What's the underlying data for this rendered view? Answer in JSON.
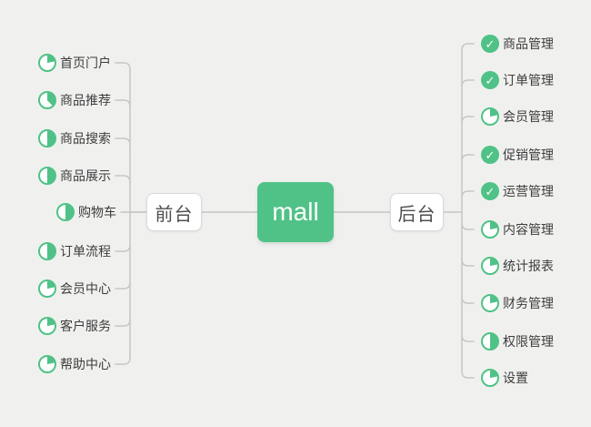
{
  "canvas": {
    "background": "#f0f1ef"
  },
  "colors": {
    "green": "#50c287",
    "line": "#c6c6c6",
    "node_border": "#dadada",
    "item_text": "#3d3d3d"
  },
  "root": {
    "label": "mall"
  },
  "left_branch": {
    "label": "前台",
    "items": [
      {
        "key": "home-portal",
        "label": "首页门户",
        "icon": "progress-pie-icon",
        "progress": 22
      },
      {
        "key": "product-recommend",
        "label": "商品推荐",
        "icon": "progress-pie-icon",
        "progress": 38
      },
      {
        "key": "product-search",
        "label": "商品搜索",
        "icon": "progress-pie-icon",
        "progress": 50
      },
      {
        "key": "product-display",
        "label": "商品展示",
        "icon": "progress-pie-icon",
        "progress": 50
      },
      {
        "key": "shopping-cart",
        "label": "购物车",
        "icon": "progress-pie-icon",
        "progress": 50
      },
      {
        "key": "order-flow",
        "label": "订单流程",
        "icon": "progress-pie-icon",
        "progress": 50
      },
      {
        "key": "member-center",
        "label": "会员中心",
        "icon": "progress-pie-icon",
        "progress": 22
      },
      {
        "key": "customer-service",
        "label": "客户服务",
        "icon": "progress-pie-icon",
        "progress": 22
      },
      {
        "key": "help-center",
        "label": "帮助中心",
        "icon": "progress-pie-icon",
        "progress": 22
      }
    ]
  },
  "right_branch": {
    "label": "后台",
    "items": [
      {
        "key": "product-mgmt",
        "label": "商品管理",
        "icon": "check-icon"
      },
      {
        "key": "order-mgmt",
        "label": "订单管理",
        "icon": "check-icon"
      },
      {
        "key": "member-mgmt",
        "label": "会员管理",
        "icon": "progress-pie-icon",
        "progress": 22
      },
      {
        "key": "promotion-mgmt",
        "label": "促销管理",
        "icon": "check-icon"
      },
      {
        "key": "operation-mgmt",
        "label": "运营管理",
        "icon": "check-icon"
      },
      {
        "key": "content-mgmt",
        "label": "内容管理",
        "icon": "progress-pie-icon",
        "progress": 22
      },
      {
        "key": "stats-report",
        "label": "统计报表",
        "icon": "progress-pie-icon",
        "progress": 22
      },
      {
        "key": "finance-mgmt",
        "label": "财务管理",
        "icon": "progress-pie-icon",
        "progress": 22
      },
      {
        "key": "permission-mgmt",
        "label": "权限管理",
        "icon": "progress-pie-icon",
        "progress": 50
      },
      {
        "key": "settings",
        "label": "设置",
        "icon": "progress-pie-icon",
        "progress": 22
      }
    ]
  },
  "check_glyph": "✓"
}
